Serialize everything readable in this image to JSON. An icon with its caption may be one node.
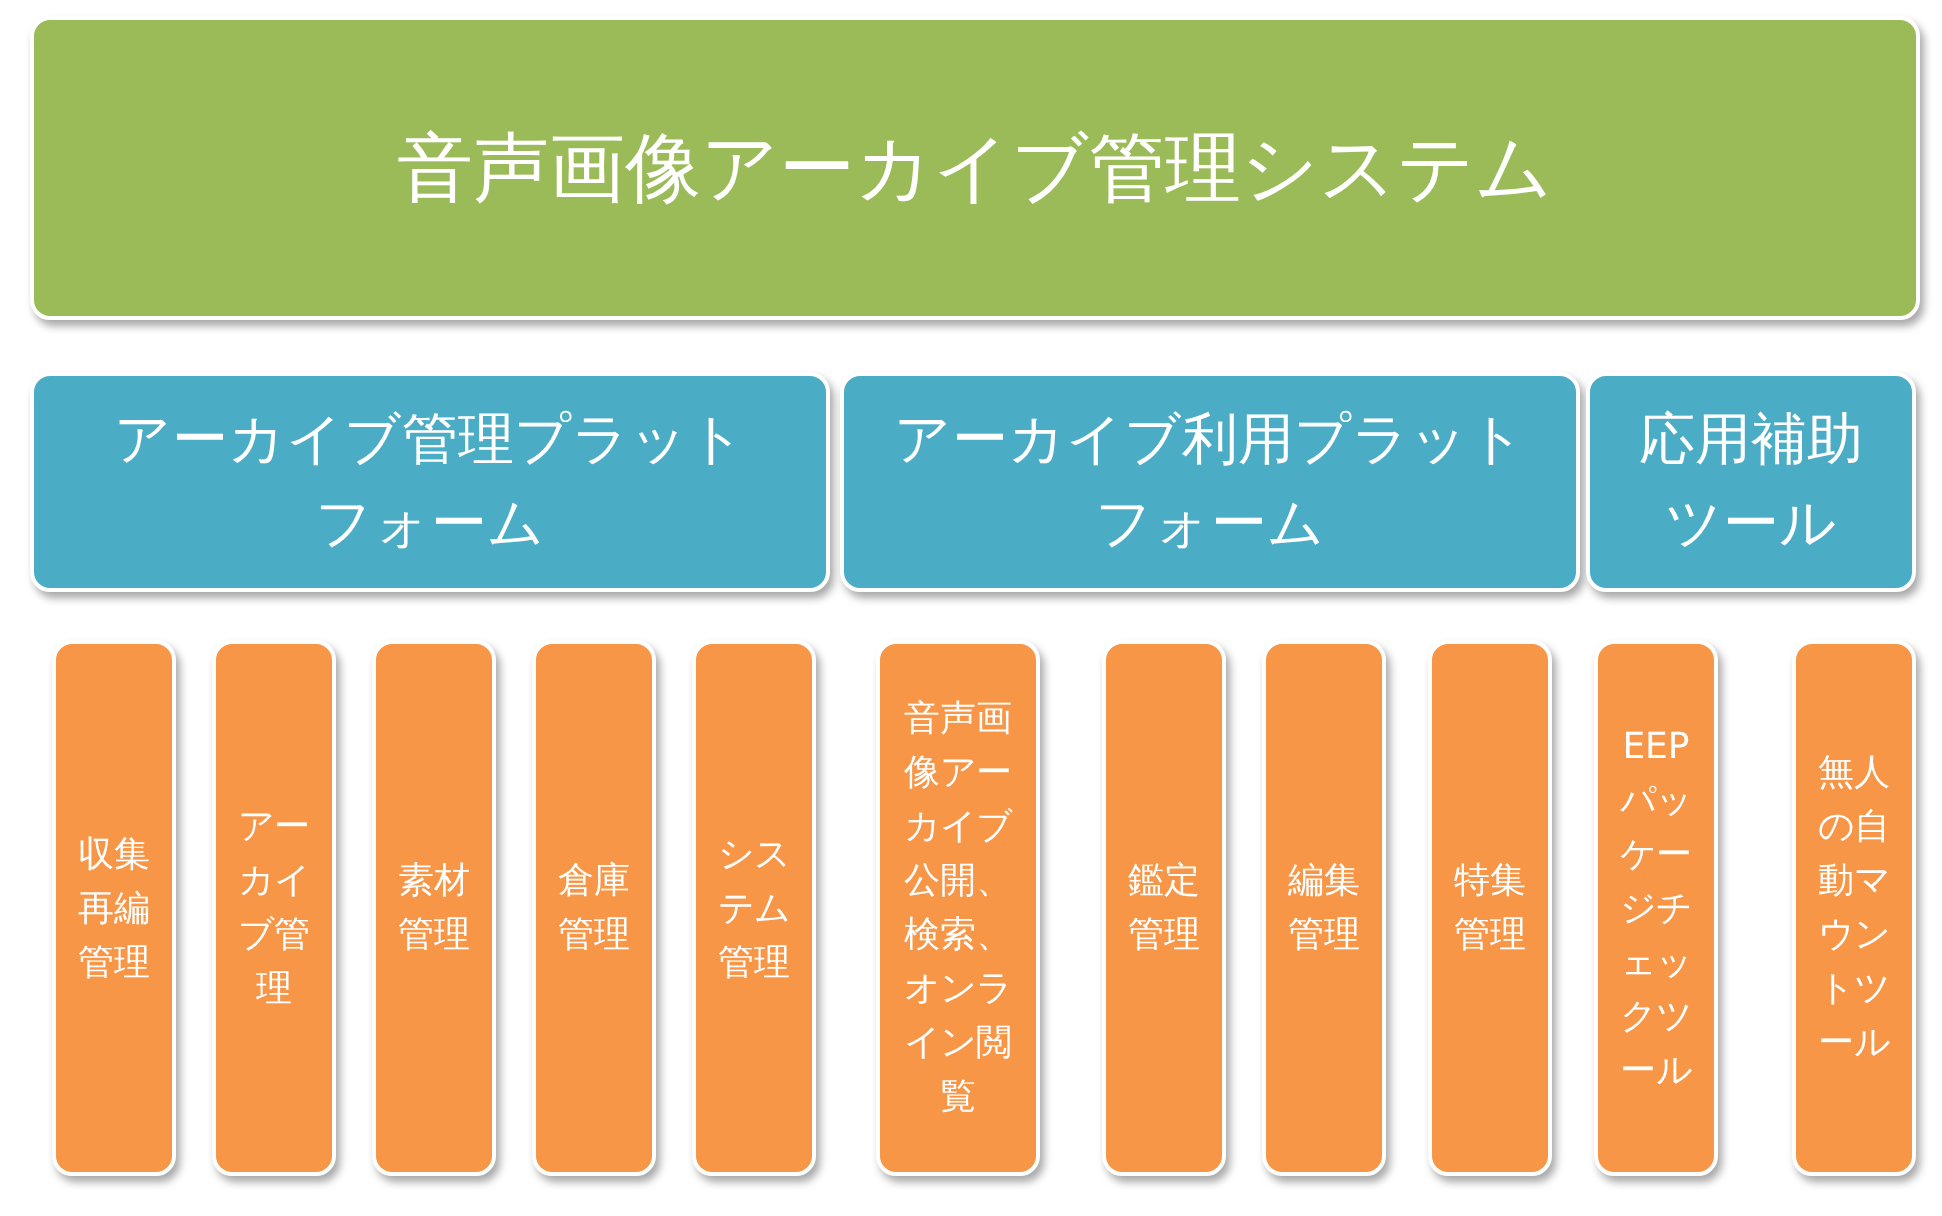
{
  "diagram": {
    "nodes": [
      {
        "text": [
          "音声画像アーカイブ管理システム"
        ]
      },
      {
        "text": [
          "アーカイブ管理プラットフォーム"
        ]
      },
      {
        "text": [
          "アーカイブ利用プラットフォーム"
        ]
      },
      {
        "text": [
          "応用補助ツール"
        ]
      },
      {
        "text": [
          "収集再編管理"
        ]
      },
      {
        "text": [
          "アーカイブ管理"
        ]
      },
      {
        "text": [
          "素材管理"
        ]
      },
      {
        "text": [
          "倉庫管理"
        ]
      },
      {
        "text": [
          "システム管理"
        ]
      },
      {
        "text": [
          "音声画像アーカイブ公開、検索、オンライン閲覧"
        ]
      },
      {
        "text": [
          "鑑定管理"
        ]
      },
      {
        "text": [
          "編集管理"
        ]
      },
      {
        "text": [
          "特集管理"
        ]
      },
      {
        "text": [
          "EEPパッケージチェックツール"
        ]
      },
      {
        "text": [
          "無人の自動マウントツール"
        ]
      }
    ]
  }
}
